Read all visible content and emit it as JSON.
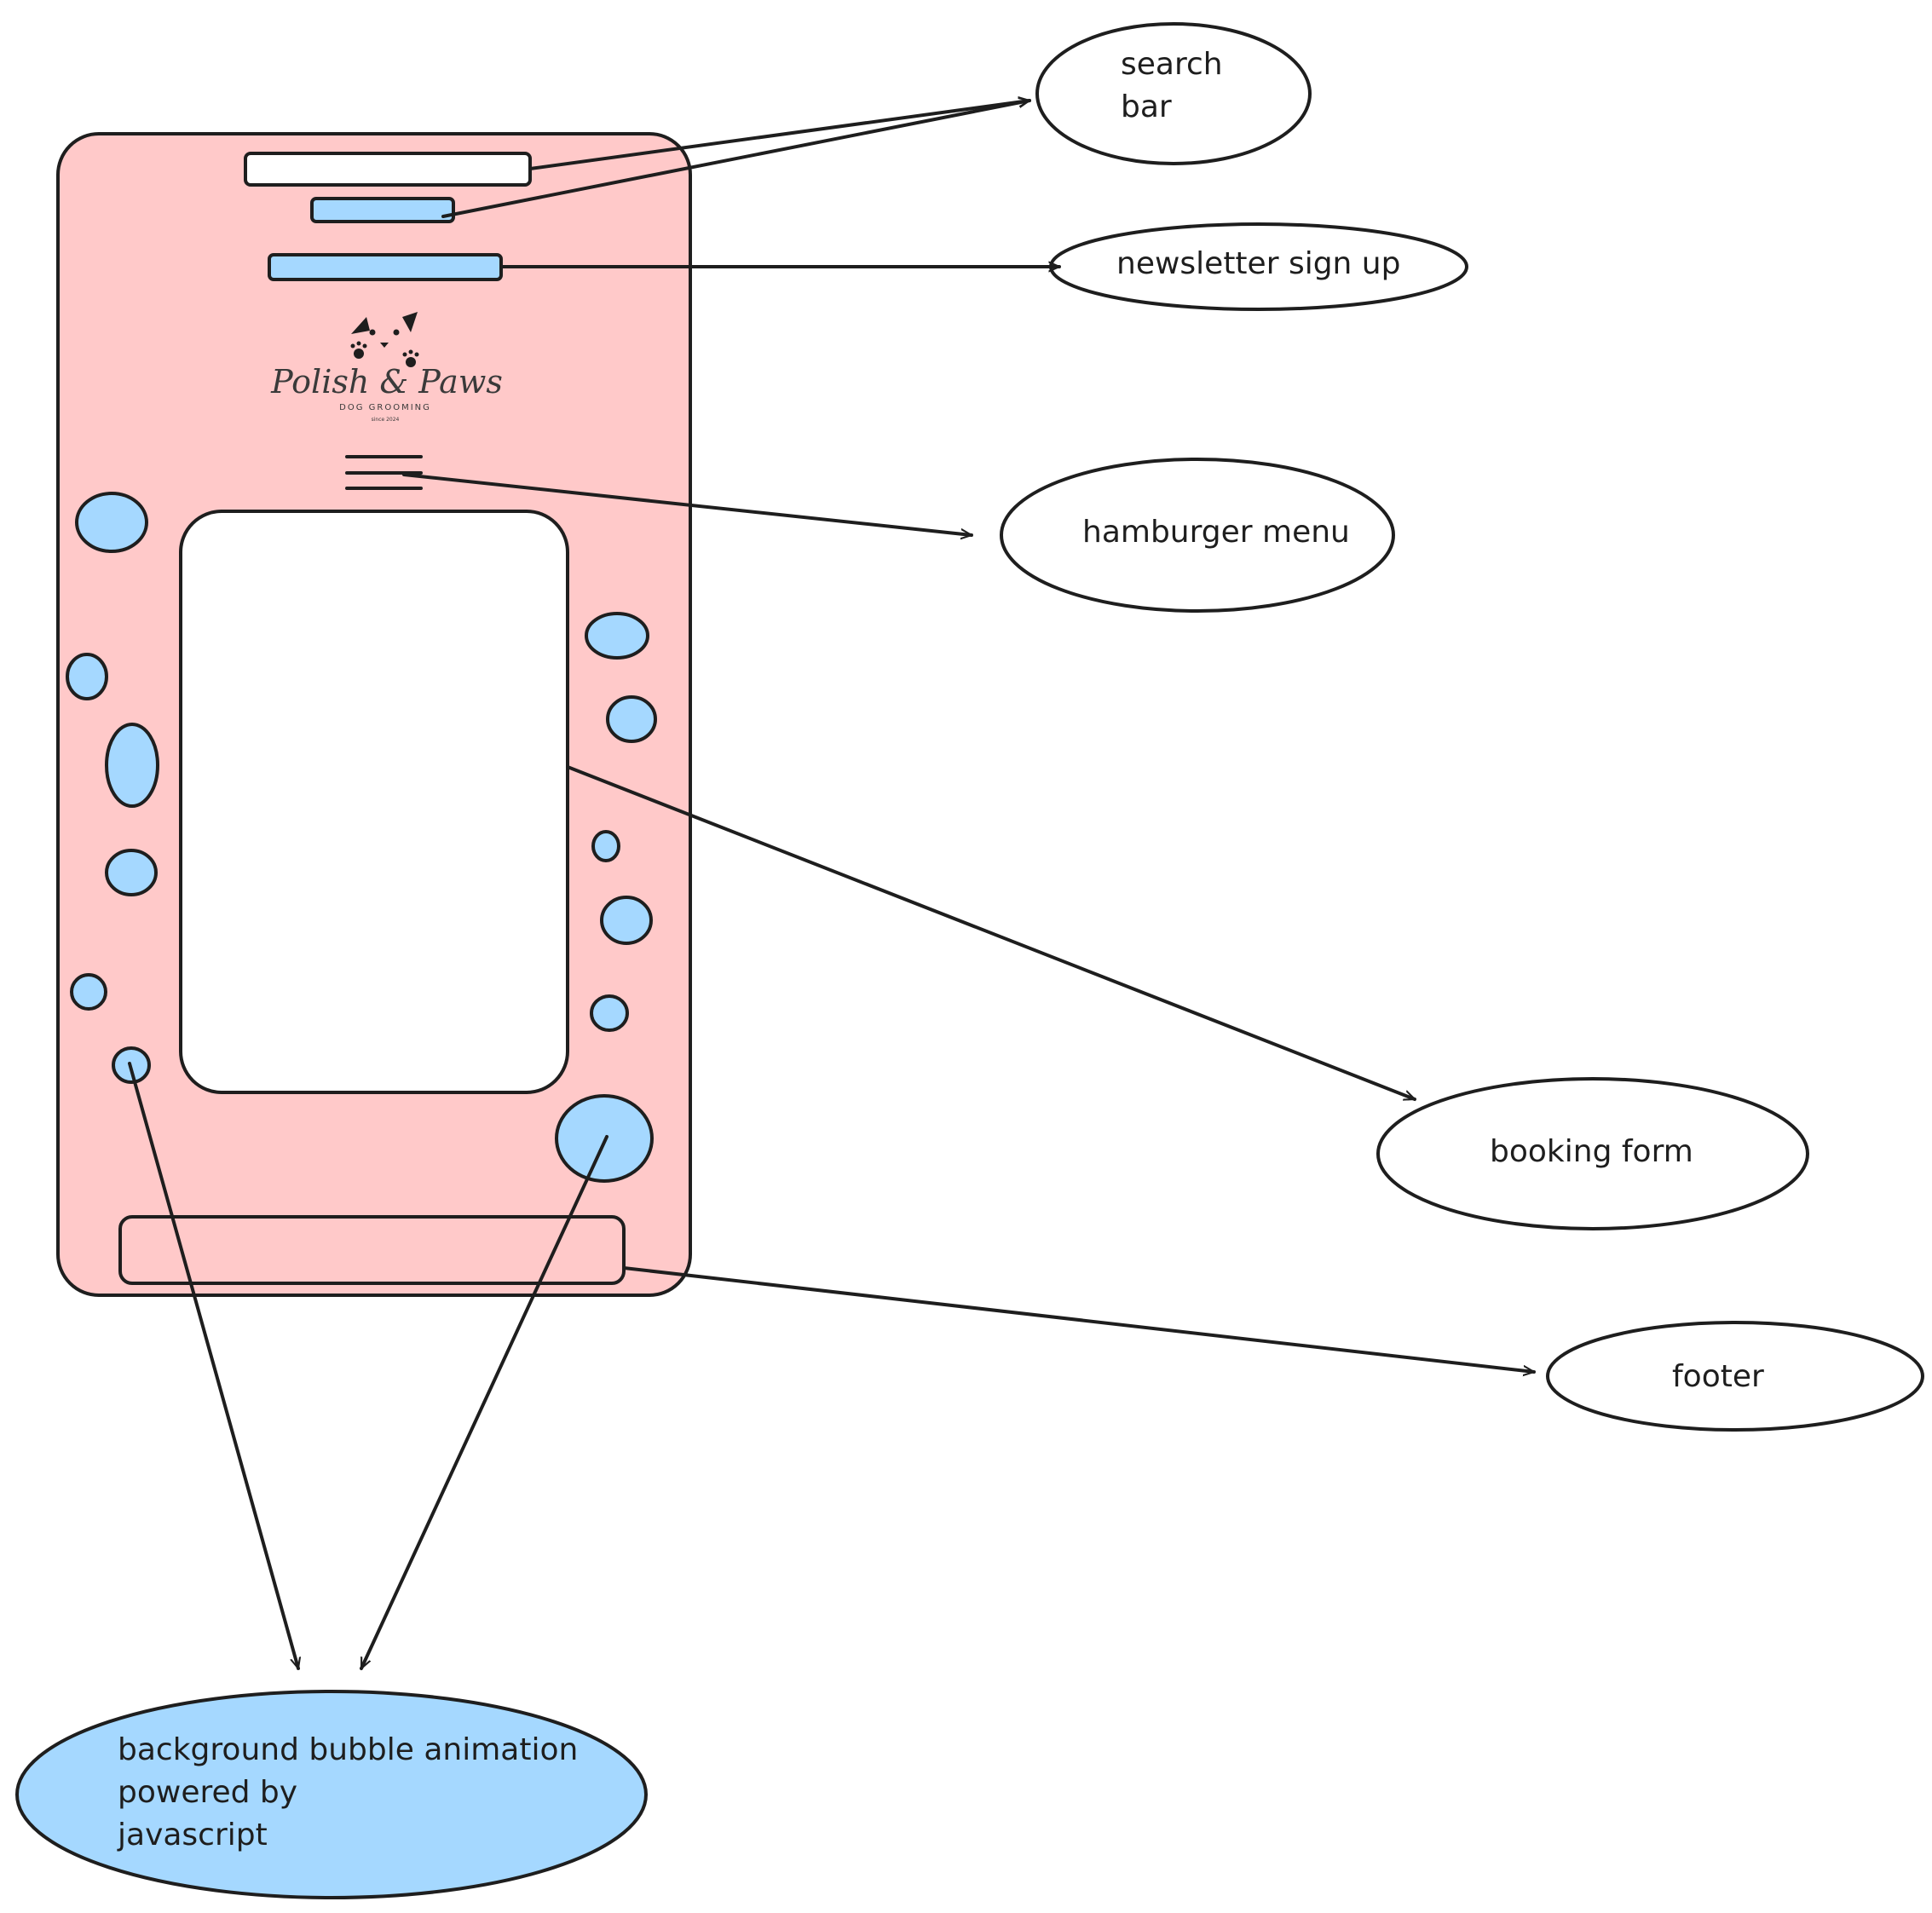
{
  "colors": {
    "phone_fill": "#ffc9c9",
    "bubble_fill": "#a5d8ff",
    "stroke": "#1e1e1e",
    "white": "#ffffff"
  },
  "logo": {
    "title": "Polish & Paws",
    "subtitle": "DOG GROOMING",
    "since": "since 2024"
  },
  "labels": {
    "search_line1": "search",
    "search_line2": "bar",
    "newsletter": "newsletter sign up",
    "hamburger": "hamburger menu",
    "booking": "booking form",
    "footer": "footer",
    "bubble_line1": "background bubble animation",
    "bubble_line2": "powered by",
    "bubble_line3": "javascript"
  }
}
